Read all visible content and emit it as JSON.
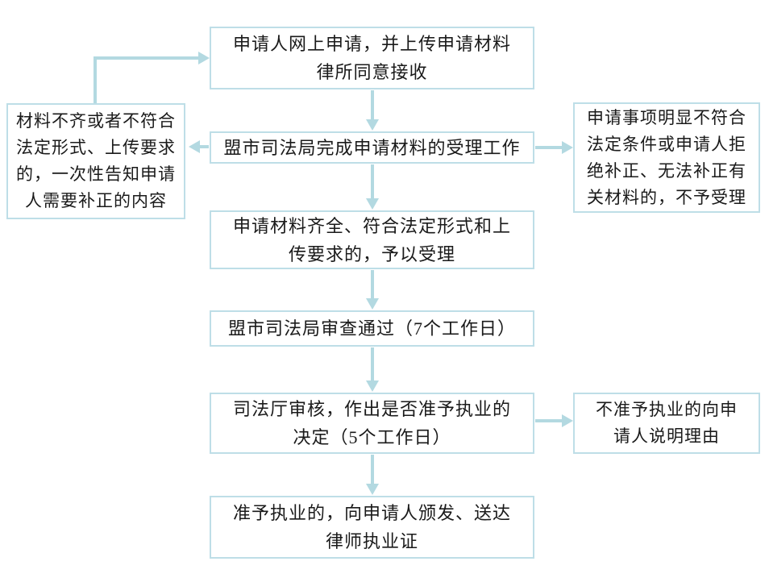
{
  "colors": {
    "border": "#bedee7",
    "arrow": "#b3d9e1",
    "text": "#1a1a1a",
    "background": "#ffffff"
  },
  "flowchart": {
    "nodes": {
      "online_application": {
        "lines": [
          "申请人网上申请，并上传申请材料",
          "律所同意接收"
        ]
      },
      "acceptance_processing": {
        "lines": [
          "盟市司法局完成申请材料的受理工作"
        ]
      },
      "supplement_notice": {
        "lines": [
          "材料不齐或者不符合",
          "法定形式、上传要求",
          "的，一次性告知申请",
          "人需要补正的内容"
        ]
      },
      "rejection_notice": {
        "lines": [
          "申请事项明显不符合",
          "法定条件或申请人拒",
          "绝补正、无法补正有",
          "关材料的，不予受理"
        ]
      },
      "accepted": {
        "lines": [
          "申请材料齐全、符合法定形式和上",
          "传要求的，予以受理"
        ]
      },
      "city_review": {
        "lines": [
          "盟市司法局审查通过（7个工作日）"
        ]
      },
      "department_decision": {
        "lines": [
          "司法厅审核，作出是否准予执业的",
          "决定（5个工作日）"
        ]
      },
      "denial_explanation": {
        "lines": [
          "不准予执业的向申",
          "请人说明理由"
        ]
      },
      "license_issuance": {
        "lines": [
          "准予执业的，向申请人颁发、送达",
          "律师执业证"
        ]
      }
    }
  }
}
